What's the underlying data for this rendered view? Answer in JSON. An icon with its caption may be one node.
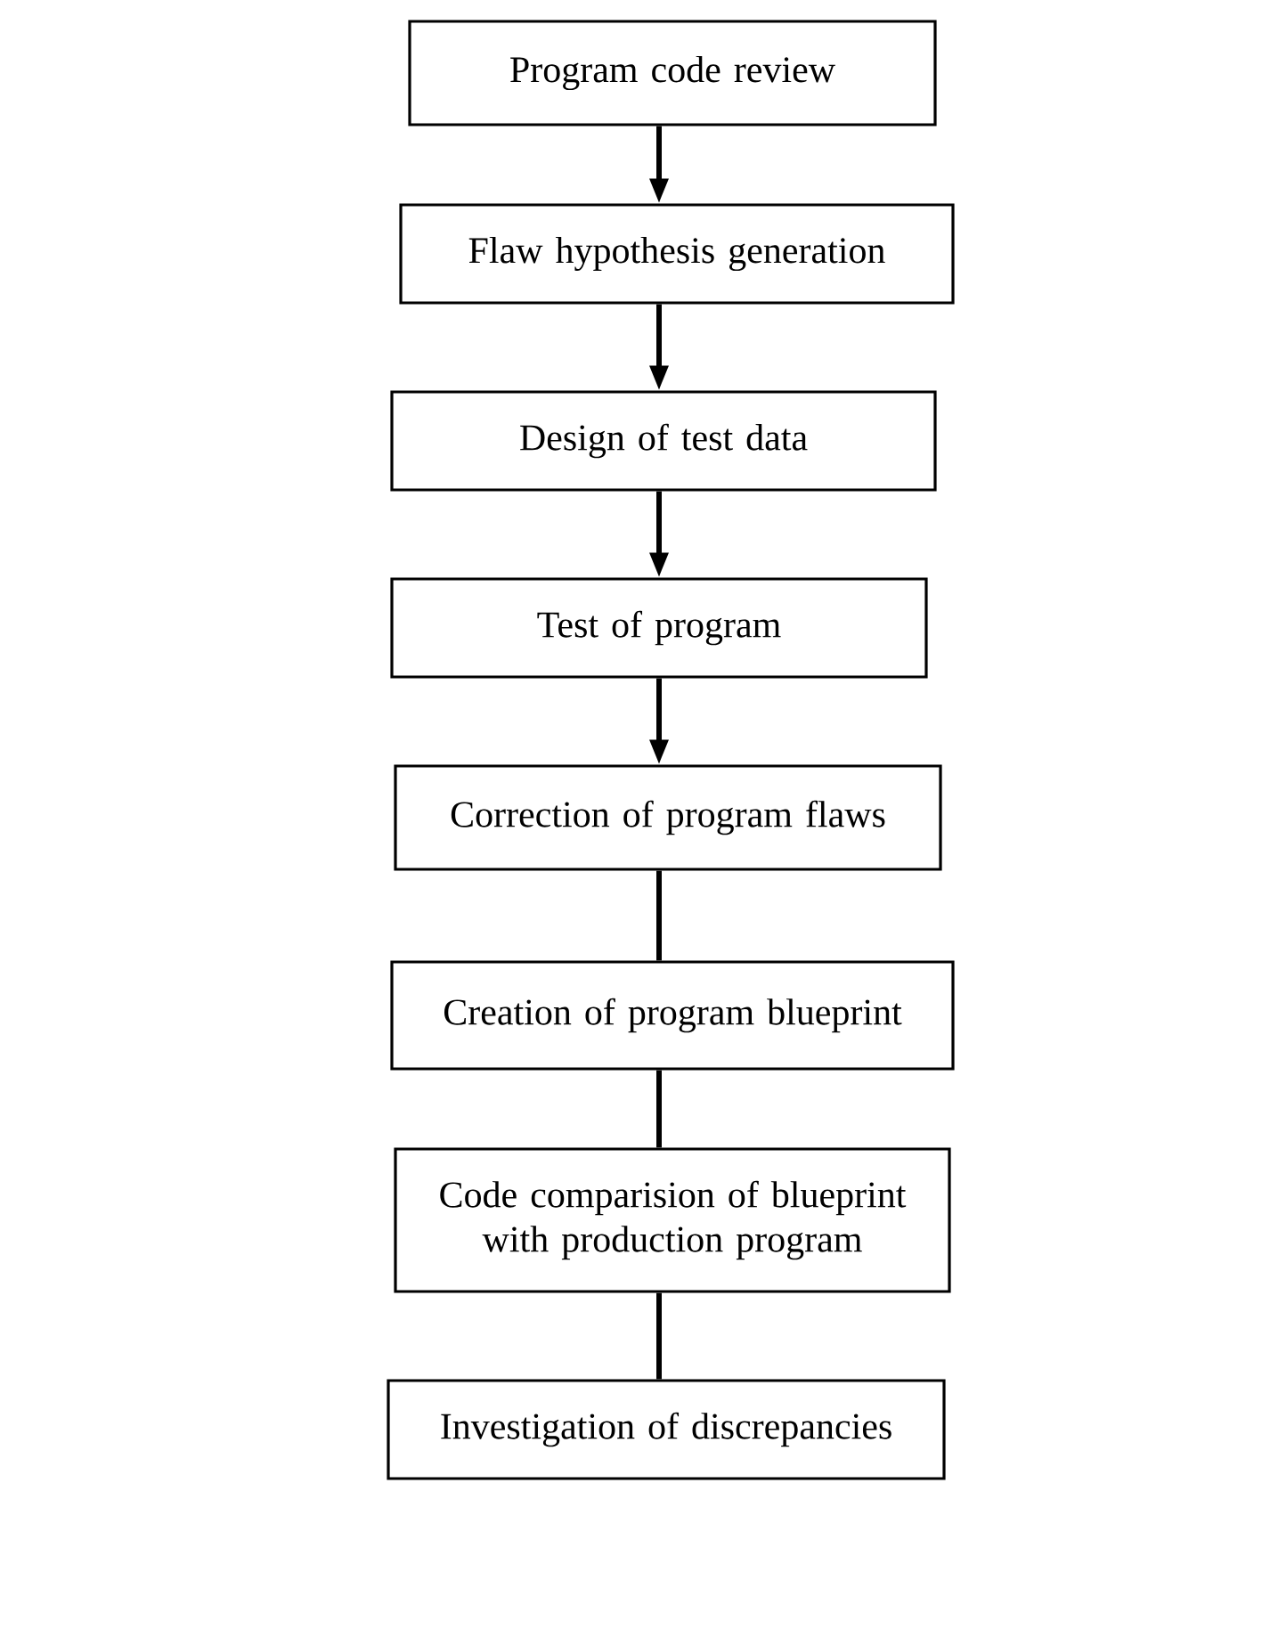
{
  "diagram": {
    "nodes": [
      {
        "text": [
          "Program code review"
        ]
      },
      {
        "text": [
          "Flaw hypothesis generation"
        ]
      },
      {
        "text": [
          "Design of test data"
        ]
      },
      {
        "text": [
          "Test of program"
        ]
      },
      {
        "text": [
          "Correction of program flaws"
        ]
      },
      {
        "text": [
          "Creation of program blueprint"
        ]
      },
      {
        "text": [
          "Code comparision of blueprint with production program"
        ]
      },
      {
        "text": [
          "Investigation of discrepancies"
        ]
      }
    ],
    "edges": [
      {
        "from": 0,
        "to": 1,
        "arrow": "to"
      },
      {
        "from": 1,
        "to": 2,
        "arrow": "to"
      },
      {
        "from": 2,
        "to": 3,
        "arrow": "to"
      },
      {
        "from": 3,
        "to": 4,
        "arrow": "to"
      },
      {
        "from": 4,
        "to": 5,
        "arrow": "none"
      },
      {
        "from": 5,
        "to": 6,
        "arrow": "none"
      },
      {
        "from": 6,
        "to": 7,
        "arrow": "none"
      }
    ]
  }
}
